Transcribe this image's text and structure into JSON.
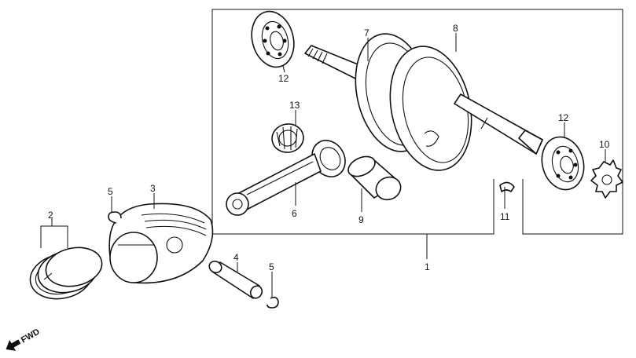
{
  "callouts": {
    "c1": "1",
    "c2": "2",
    "c3": "3",
    "c4": "4",
    "c5a": "5",
    "c5b": "5",
    "c6": "6",
    "c7": "7",
    "c8": "8",
    "c9": "9",
    "c10": "10",
    "c11": "11",
    "c12a": "12",
    "c12b": "12",
    "c13": "13"
  },
  "direction_marker": {
    "text": "FWD",
    "icon": "arrow-icon"
  }
}
